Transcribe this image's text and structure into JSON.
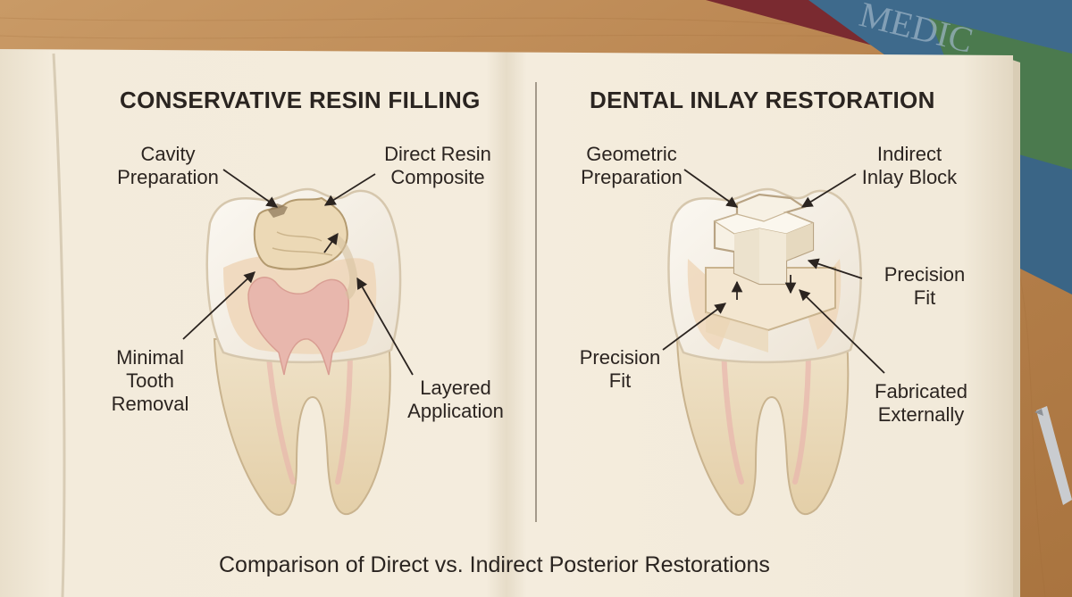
{
  "left_panel": {
    "title": "CONSERVATIVE RESIN FILLING",
    "labels": {
      "cavity_preparation": [
        "Cavity",
        "Preparation"
      ],
      "direct_resin_composite": [
        "Direct Resin",
        "Composite"
      ],
      "minimal_tooth_removal": [
        "Minimal",
        "Tooth",
        "Removal"
      ],
      "layered_application": [
        "Layered",
        "Application"
      ]
    }
  },
  "right_panel": {
    "title": "DENTAL INLAY RESTORATION",
    "labels": {
      "geometric_preparation": [
        "Geometric",
        "Preparation"
      ],
      "indirect_inlay_block": [
        "Indirect",
        "Inlay Block"
      ],
      "precision_fit_right": [
        "Precision",
        "Fit"
      ],
      "precision_fit_left": [
        "Precision",
        "Fit"
      ],
      "fabricated_externally": [
        "Fabricated",
        "Externally"
      ]
    }
  },
  "caption": "Comparison of Direct vs. Indirect Posterior Restorations",
  "background_book_spine_text": "MEDIC",
  "colors": {
    "paper": "#f4ecdc",
    "wood": "#b98652",
    "enamel": "#f8f3ea",
    "dentin": "#efd6b8",
    "pulp": "#e8b7ad",
    "ink": "#2b2420"
  }
}
